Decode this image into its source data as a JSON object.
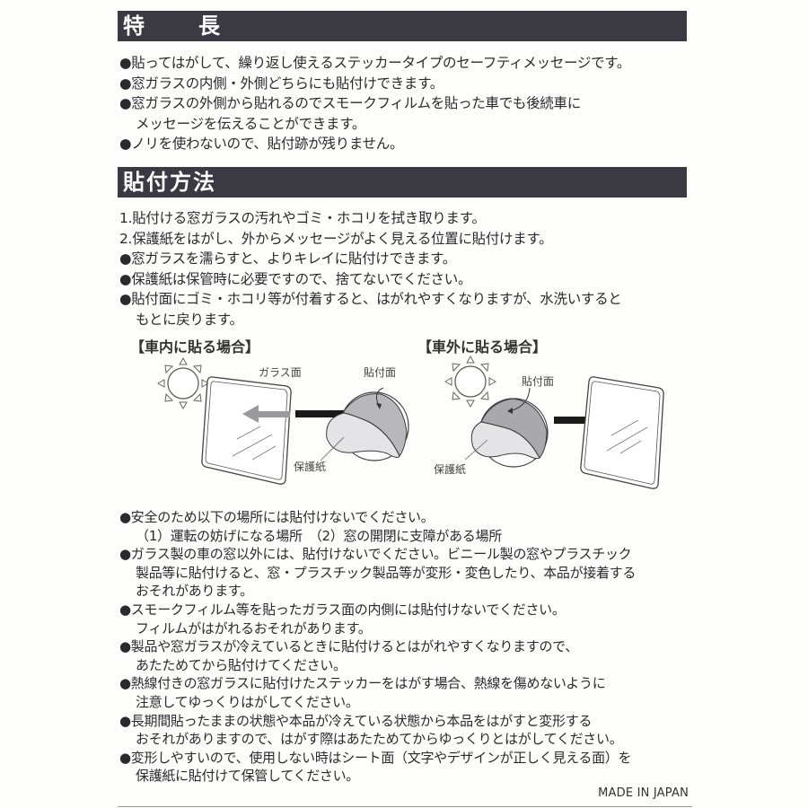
{
  "features": {
    "heading": [
      "特",
      "長"
    ],
    "items": [
      {
        "bullet": "●",
        "lines": [
          "貼ってはがして、繰り返し使えるステッカータイプのセーフティメッセージです。"
        ]
      },
      {
        "bullet": "●",
        "lines": [
          "窓ガラスの内側・外側どちらにも貼付けできます。"
        ]
      },
      {
        "bullet": "●",
        "lines": [
          "窓ガラスの外側から貼れるのでスモークフィルムを貼った車でも後続車に",
          "メッセージを伝えることができます。"
        ]
      },
      {
        "bullet": "●",
        "lines": [
          "ノリを使わないので、貼付跡が残りません。"
        ]
      }
    ]
  },
  "method": {
    "heading": "貼付方法",
    "steps": [
      "1.貼付ける窓ガラスの汚れやゴミ・ホコリを拭き取ります。",
      "2.保護紙をはがし、外からメッセージがよく見える位置に貼付けます。"
    ],
    "notes": [
      {
        "bullet": "●",
        "lines": [
          "窓ガラスを濡らすと、よりキレイに貼付けできます。"
        ]
      },
      {
        "bullet": "●",
        "lines": [
          "保護紙は保管時に必要ですので、捨てないでください。"
        ]
      },
      {
        "bullet": "●",
        "lines": [
          "貼付面にゴミ・ホコリ等が付着すると、はがれやすくなりますが、水洗いすると",
          "もとに戻ります。"
        ]
      }
    ]
  },
  "diagrams": {
    "inside": {
      "title": "【車内に貼る場合】",
      "glass_label": "ガラス面",
      "sticky_label": "貼付面",
      "paper_label": "保護紙"
    },
    "outside": {
      "title": "【車外に貼る場合】",
      "sticky_label": "貼付面",
      "paper_label": "保護紙"
    },
    "colors": {
      "sticky_face": "#b8b8bc",
      "paper": "#e4e4e6",
      "outline": "#3a3a3a",
      "arrow_dark": "#1a1a1a",
      "arrow_gray": "#9a9a9e"
    }
  },
  "cautions": [
    {
      "bullet": "●",
      "lines": [
        "安全のため以下の場所には貼付けないでください。"
      ],
      "sub": "（1）運転の妨げになる場所　（2）窓の開閉に支障がある場所"
    },
    {
      "bullet": "●",
      "lines": [
        "ガラス製の車の窓以外には、貼付けないでください。ビニール製の窓やプラスチック",
        "製品等に貼付けると、窓・プラスチック製品等が変形・変色したり、本品が接着する",
        "おそれがあります。"
      ]
    },
    {
      "bullet": "●",
      "lines": [
        "スモークフィルム等を貼ったガラス面の内側には貼付けないでください。",
        "フィルムがはがれるおそれがあります。"
      ]
    },
    {
      "bullet": "●",
      "lines": [
        "製品や窓ガラスが冷えているときに貼付けるとはがれやすくなりますので、",
        "あたためてから貼付けてください。"
      ]
    },
    {
      "bullet": "●",
      "lines": [
        "熱線付きの窓ガラスに貼付けたステッカーをはがす場合、熱線を傷めないように",
        "注意してゆっくりはがしてください。"
      ]
    },
    {
      "bullet": "●",
      "lines": [
        "長期間貼ったままの状態や本品が冷えている状態から本品をはがすと変形する",
        "おそれがありますので、はがす際はあたためてからゆっくりとはがしてください。"
      ]
    },
    {
      "bullet": "●",
      "lines": [
        "変形しやすいので、使用しない時はシート面（文字やデザインが正しく見える面）を",
        "保護紙に貼付けて保管してください。"
      ]
    }
  ],
  "footer": {
    "made_in": "MADE IN JAPAN"
  },
  "colors": {
    "band_bg": "#3b3a42",
    "band_text": "#ffffff",
    "text": "#2a2a2e",
    "page_bg": "#fdfdfc"
  }
}
